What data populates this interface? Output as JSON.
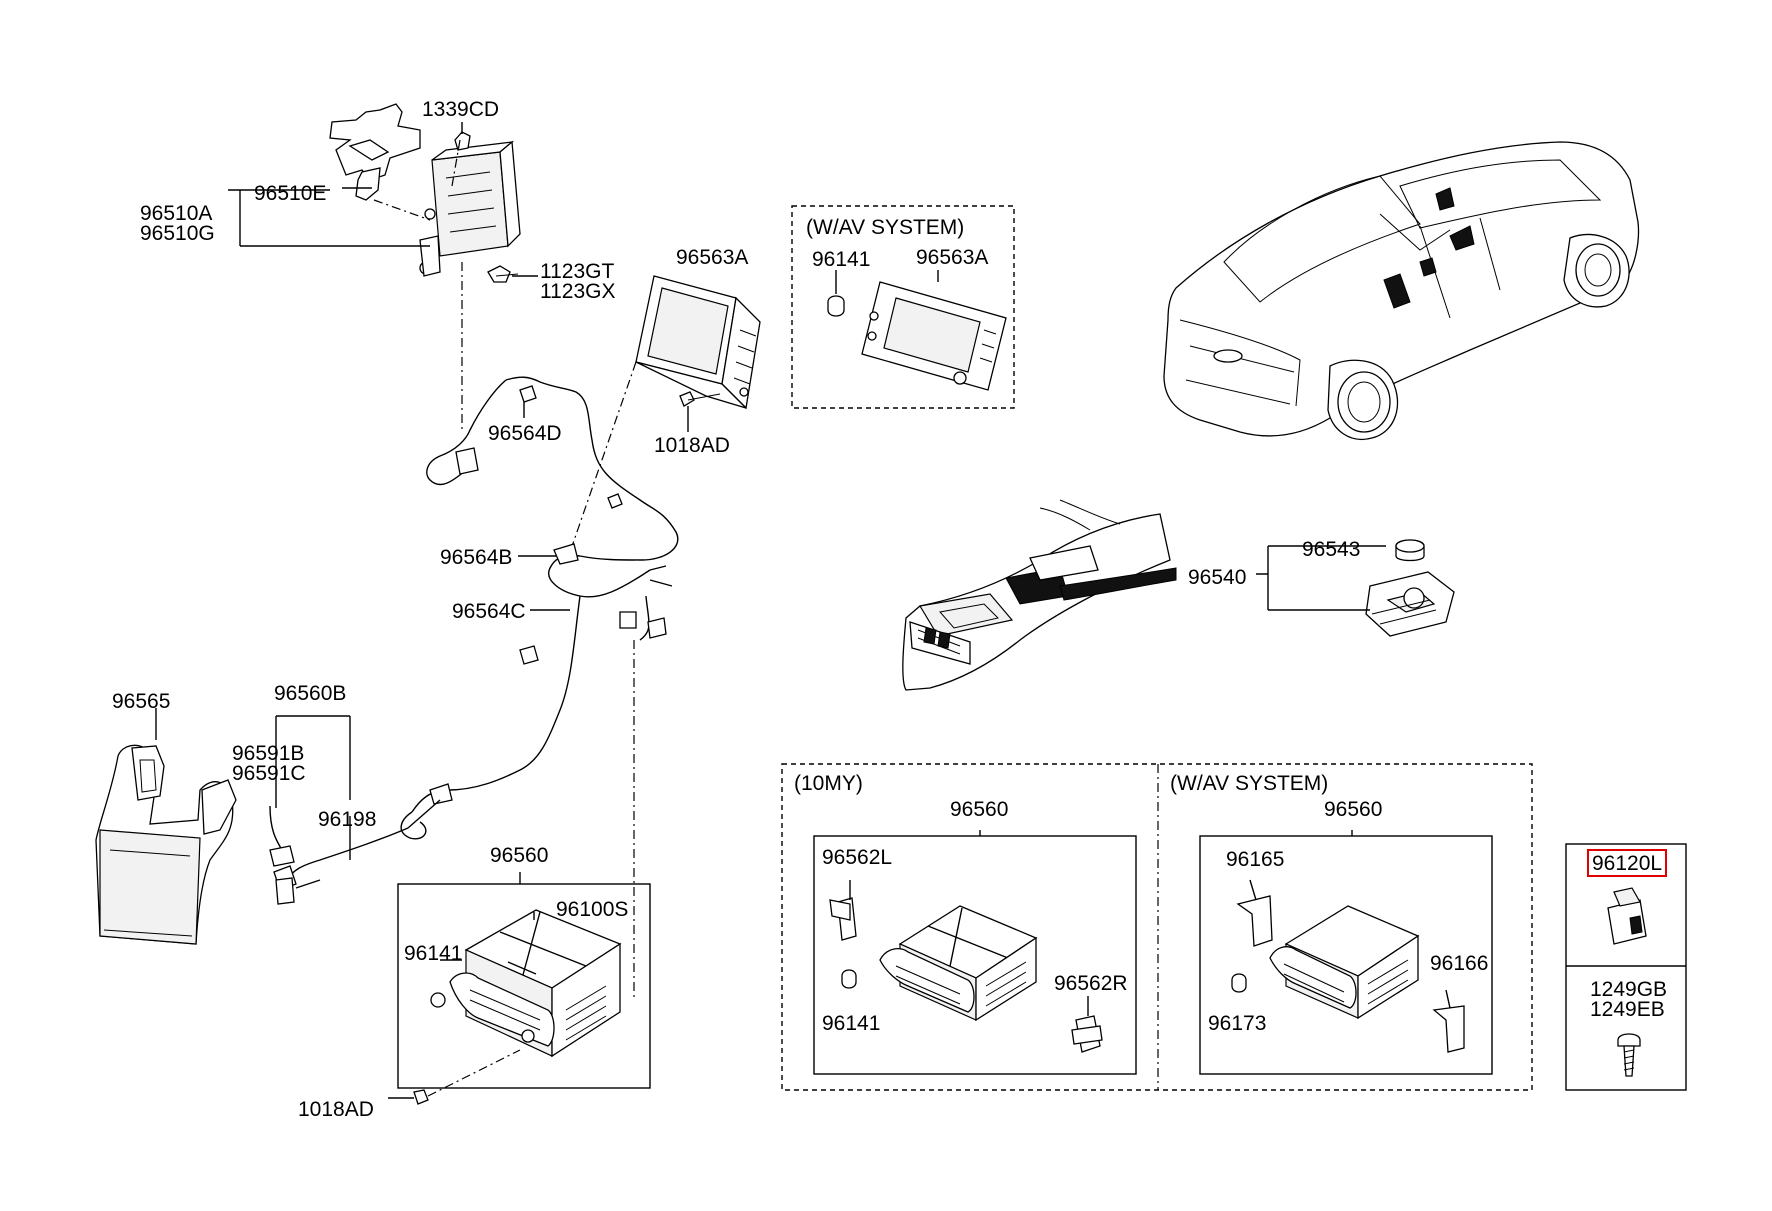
{
  "labels": {
    "l_1339CD": "1339CD",
    "l_96510E": "96510E",
    "l_96510A": "96510A",
    "l_96510G": "96510G",
    "l_1123GT": "1123GT",
    "l_1123GX": "1123GX",
    "l_96563A_main": "96563A",
    "l_1018AD_top": "1018AD",
    "l_96564D": "96564D",
    "l_96564B": "96564B",
    "l_96564C": "96564C",
    "l_96565": "96565",
    "l_96560B": "96560B",
    "l_96591B": "96591B",
    "l_96591C": "96591C",
    "l_96198": "96198",
    "l_96560_main": "96560",
    "l_96100S": "96100S",
    "l_96141_main": "96141",
    "l_1018AD_bottom": "1018AD",
    "l_96141_av": "96141",
    "l_96563A_av": "96563A",
    "l_96543": "96543",
    "l_96540": "96540",
    "l_96560_10my": "96560",
    "l_96562L": "96562L",
    "l_96141_10my": "96141",
    "l_96562R": "96562R",
    "l_96560_av": "96560",
    "l_96165": "96165",
    "l_96173": "96173",
    "l_96166": "96166",
    "l_96120L": "96120L",
    "l_1249GB": "1249GB",
    "l_1249EB": "1249EB"
  },
  "sections": {
    "wav_top": "(W/AV SYSTEM)",
    "my10": "(10MY)",
    "wav_bottom": "(W/AV SYSTEM)"
  },
  "highlight_color": "#e00000"
}
